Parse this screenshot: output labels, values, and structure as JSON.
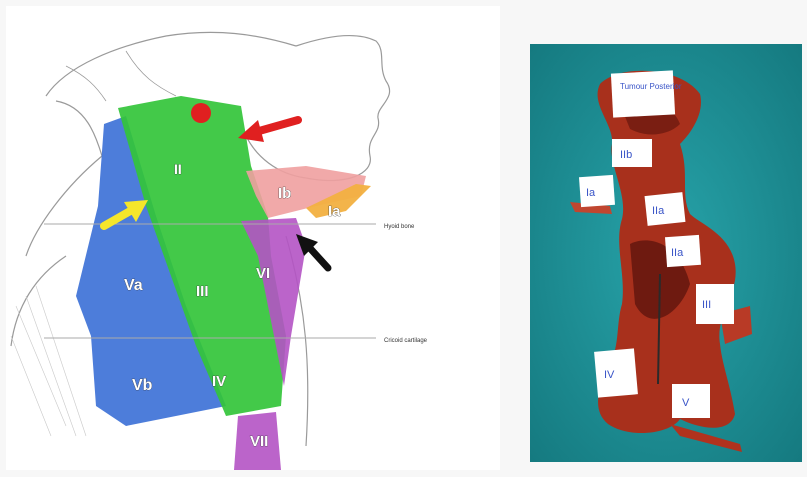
{
  "diagram": {
    "levels": {
      "II": "II",
      "Ib": "Ib",
      "Ia": "Ia",
      "Va": "Va",
      "III": "III",
      "VI": "VI",
      "Vb": "Vb",
      "IV": "IV",
      "VII": "VII"
    },
    "landmarks": {
      "hyoid": "Hyoid bone",
      "cricoid": "Cricoid cartilage"
    },
    "arrows": {
      "red": "red-arrow",
      "yellow": "yellow-arrow",
      "black": "black-arrow"
    },
    "colors": {
      "level_II_III_IV": "#33c43a",
      "level_V": "#3a6fd6",
      "level_VI_VII": "#b453c4",
      "level_I": "#f0a0a0",
      "level_Ia": "#f2b040",
      "marker": "#e02020",
      "yellow_arrow": "#f5e62a"
    }
  },
  "photo": {
    "background_color": "#1f8f95",
    "tags": {
      "top": "Tumour Posterior",
      "t2": "IIb",
      "t3": "Ia",
      "t4": "IIa",
      "t5": "IIa",
      "t6": "III",
      "t7": "IV",
      "t8": "V"
    }
  }
}
